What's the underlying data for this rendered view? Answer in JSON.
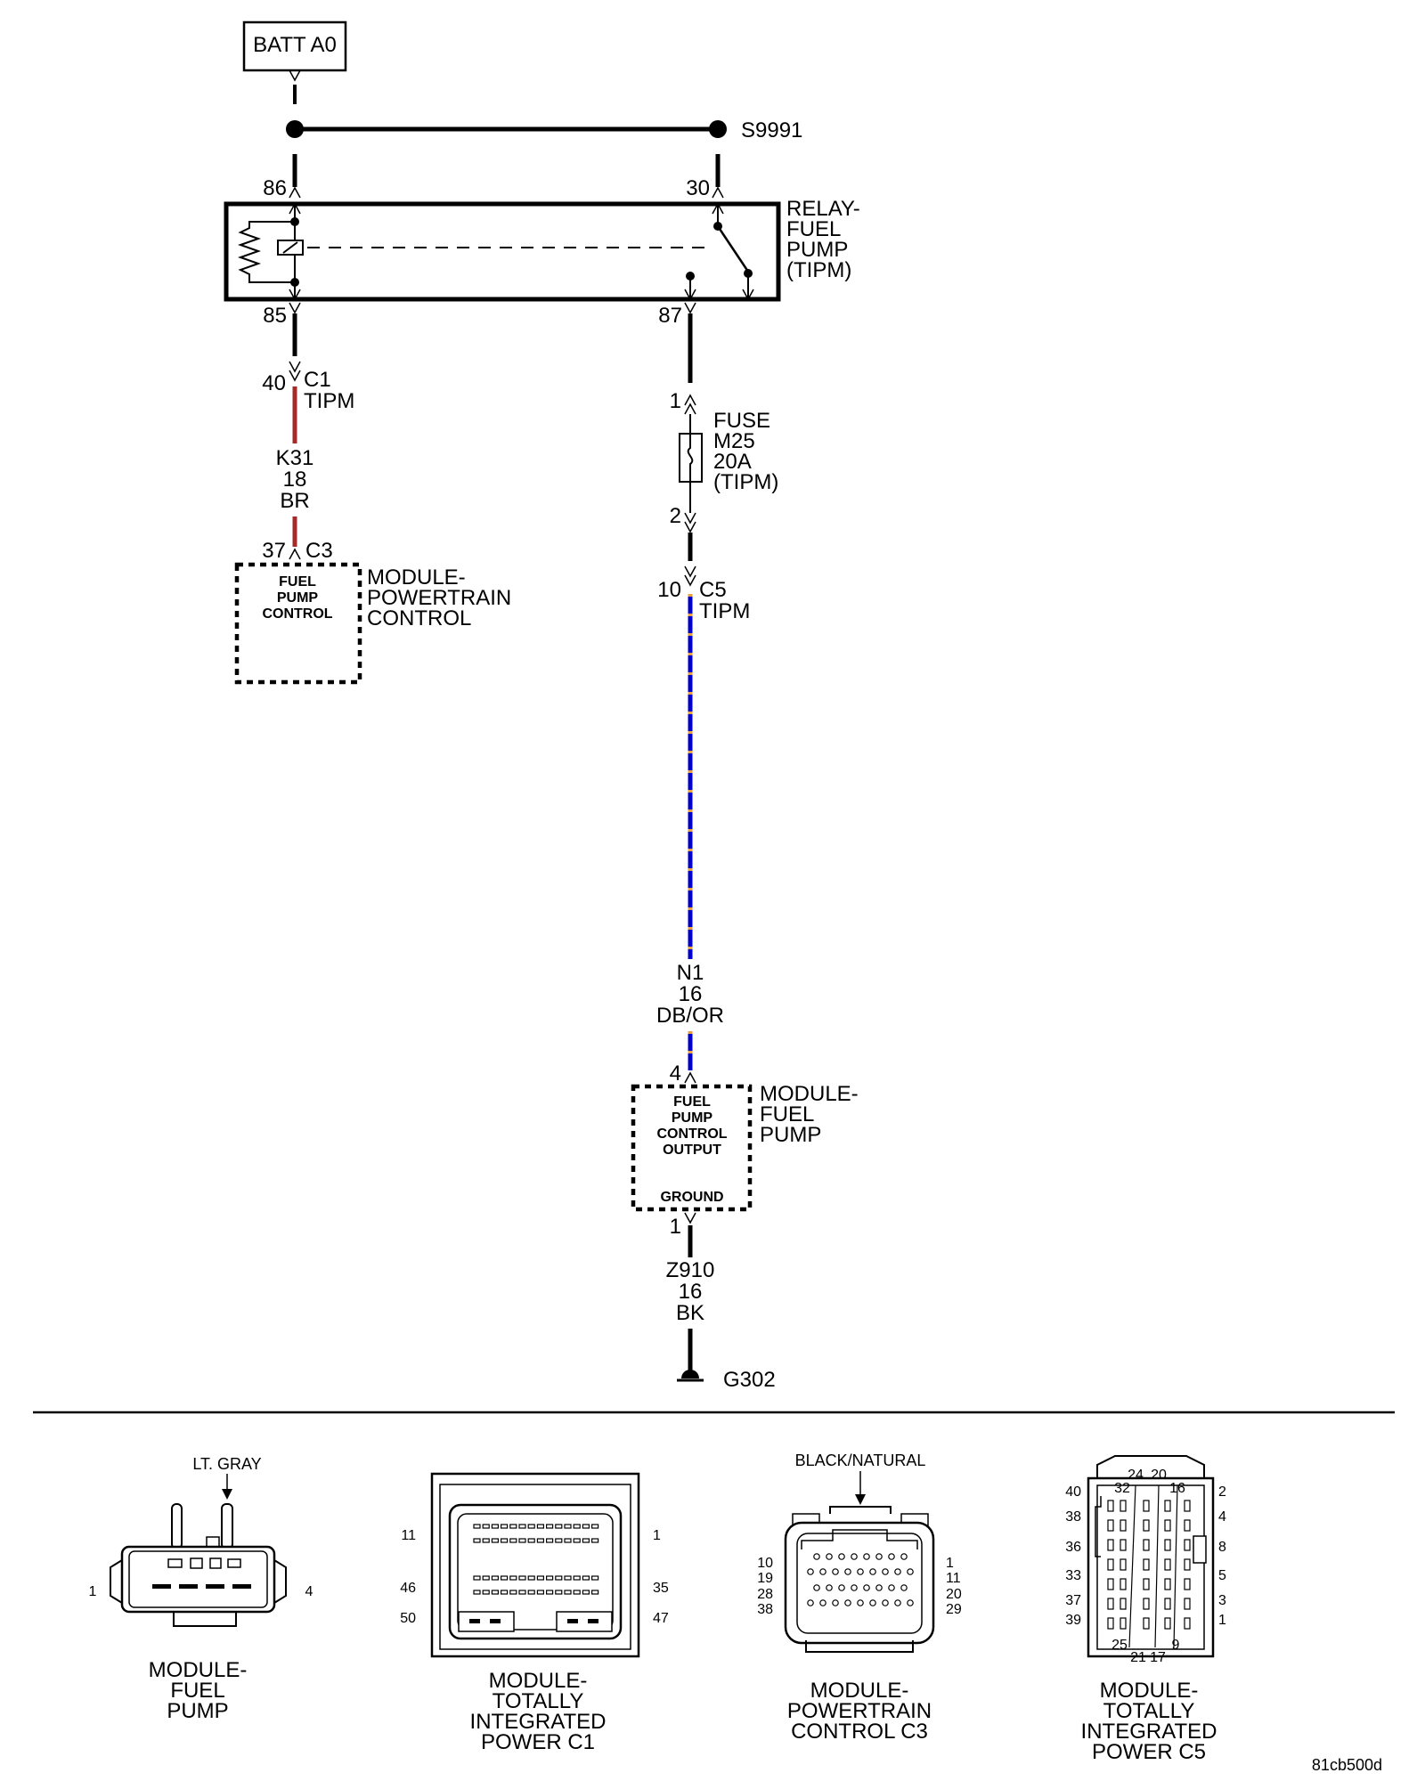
{
  "source": {
    "label": "BATT A0"
  },
  "splice": {
    "label": "S9991"
  },
  "relay": {
    "label_lines": [
      "RELAY-",
      "FUEL",
      "PUMP",
      "(TIPM)"
    ],
    "pins": {
      "p86": "86",
      "p85": "85",
      "p30": "30",
      "p87": "87"
    }
  },
  "left_circuit": {
    "top_connector": {
      "pin": "40",
      "conn": "C1",
      "module": "TIPM"
    },
    "wire": {
      "lines": [
        "K31",
        "18",
        "BR"
      ],
      "color": "#a52a2a"
    },
    "bottom_connector": {
      "pin": "37",
      "conn": "C3"
    },
    "module_box": {
      "lines": [
        "FUEL",
        "PUMP",
        "CONTROL"
      ]
    },
    "module_label": [
      "MODULE-",
      "POWERTRAIN",
      "CONTROL"
    ]
  },
  "fuse": {
    "pin_top": "1",
    "pin_bottom": "2",
    "label_lines": [
      "FUSE",
      "M25",
      "20A",
      "(TIPM)"
    ]
  },
  "right_circuit": {
    "connector_c5": {
      "pin": "10",
      "conn": "C5",
      "module": "TIPM"
    },
    "wire": {
      "lines": [
        "N1",
        "16",
        "DB/OR"
      ],
      "color": "#0000cc",
      "stripe_color": "#e8a040"
    },
    "pump_pin": "4",
    "module_box": {
      "lines": [
        "FUEL",
        "PUMP",
        "CONTROL",
        "OUTPUT"
      ],
      "ground": "GROUND"
    },
    "module_label": [
      "MODULE-",
      "FUEL",
      "PUMP"
    ],
    "ground_pin": "1",
    "ground_wire": {
      "lines": [
        "Z910",
        "16",
        "BK"
      ]
    },
    "ground_label": "G302"
  },
  "connectors": {
    "fuel_pump": {
      "color_label": "LT. GRAY",
      "pin_left": "1",
      "pin_right": "4",
      "caption": [
        "MODULE-",
        "FUEL",
        "PUMP"
      ]
    },
    "tipm_c1": {
      "pins_left": [
        "11",
        "46",
        "50"
      ],
      "pins_right": [
        "1",
        "35",
        "47"
      ],
      "caption": [
        "MODULE-",
        "TOTALLY",
        "INTEGRATED",
        "POWER C1"
      ]
    },
    "pcm_c3": {
      "color_label": "BLACK/NATURAL",
      "pins_left": [
        "10",
        "19",
        "28",
        "38"
      ],
      "pins_right": [
        "1",
        "11",
        "20",
        "29"
      ],
      "caption": [
        "MODULE-",
        "POWERTRAIN",
        "CONTROL C3"
      ]
    },
    "tipm_c5": {
      "pins_top": [
        "24",
        "20",
        "32",
        "16"
      ],
      "pins_left": [
        "40",
        "38",
        "36",
        "33",
        "37",
        "39"
      ],
      "pins_right": [
        "2",
        "4",
        "8",
        "5",
        "3",
        "1"
      ],
      "pins_bottom": [
        "25",
        "21",
        "17",
        "9"
      ],
      "caption": [
        "MODULE-",
        "TOTALLY",
        "INTEGRATED",
        "POWER C5"
      ]
    }
  },
  "figure_id": "81cb500d"
}
